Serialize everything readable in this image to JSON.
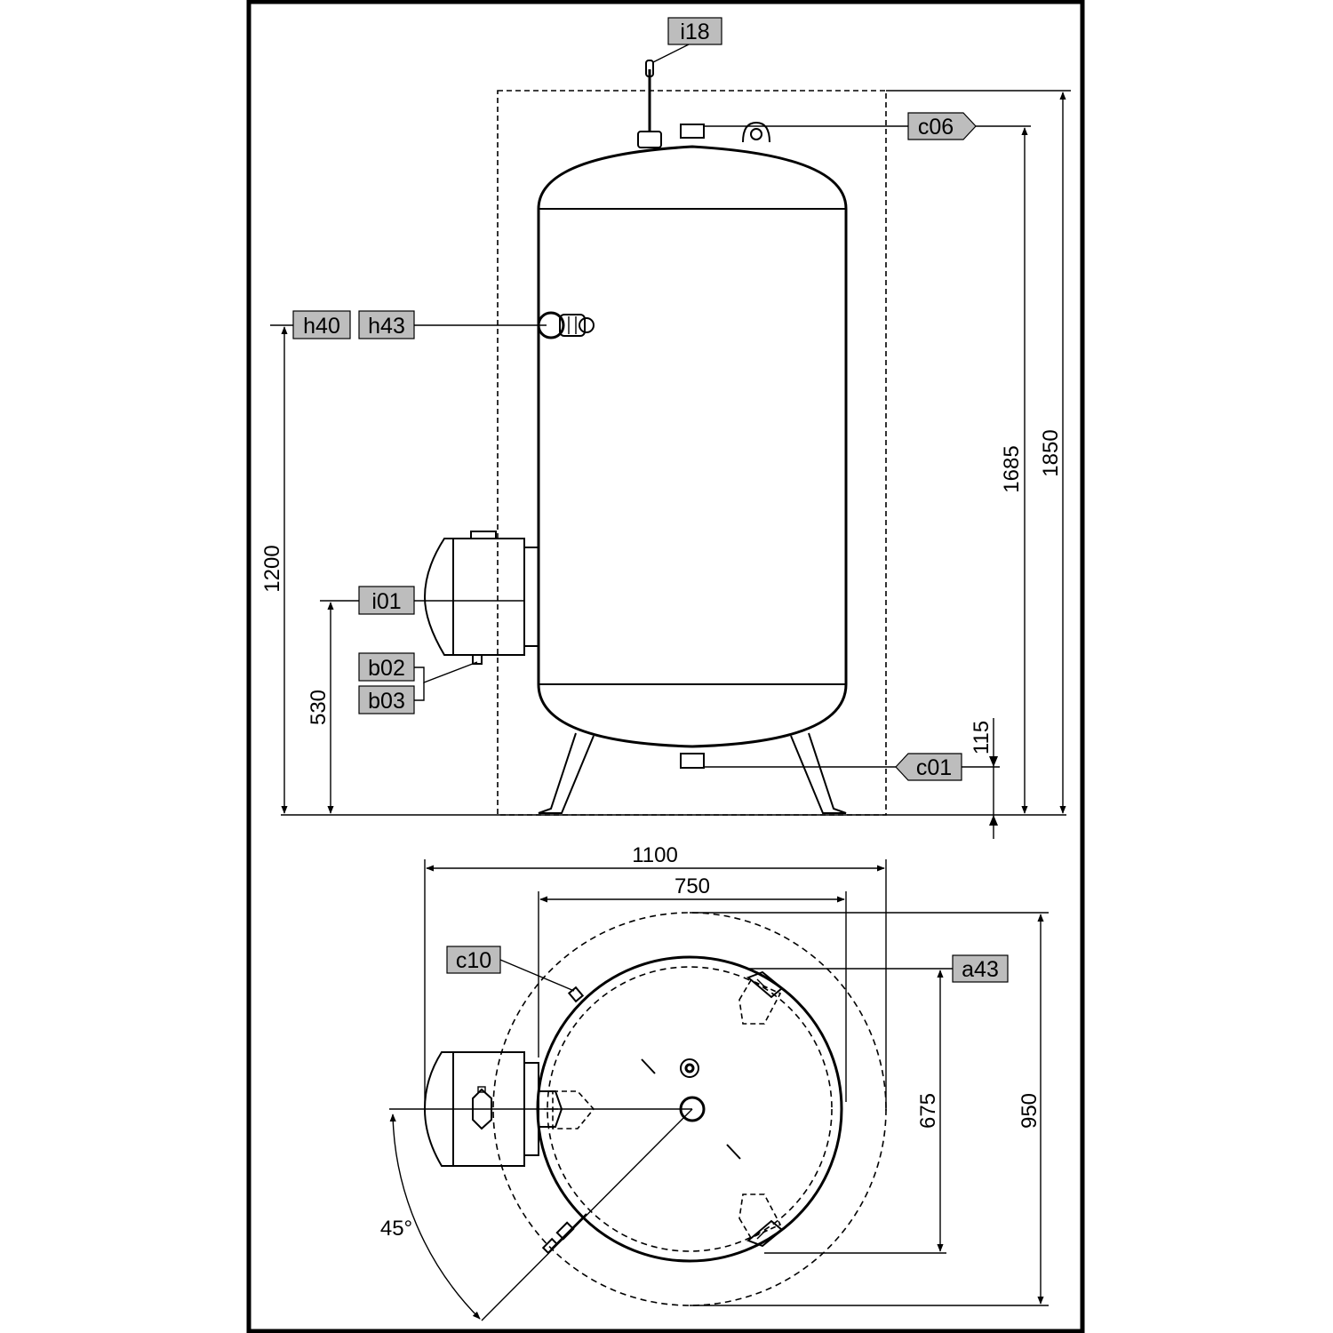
{
  "labels": {
    "i18": "i18",
    "c06": "c06",
    "h40": "h40",
    "h43": "h43",
    "i01": "i01",
    "b02": "b02",
    "b03": "b03",
    "c01": "c01",
    "c10": "c10",
    "a43": "a43"
  },
  "dimensions": {
    "d1850": "1850",
    "d1685": "1685",
    "d1200": "1200",
    "d530": "530",
    "d115": "115",
    "d1100": "1100",
    "d750": "750",
    "d675": "675",
    "d950": "950",
    "d45": "45°"
  },
  "colors": {
    "label_fill": "#bdbdbd",
    "line": "#000000"
  }
}
